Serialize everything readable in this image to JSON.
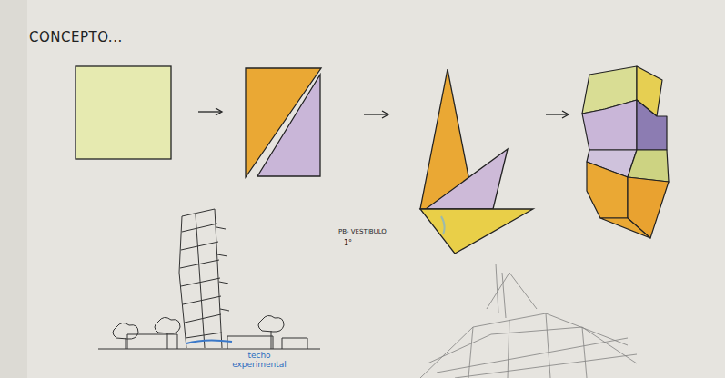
{
  "diagram": {
    "title": "CONCEPTO...",
    "labels": [
      "PB- VESTIBULO",
      "1°",
      "techo experimental"
    ]
  }
}
